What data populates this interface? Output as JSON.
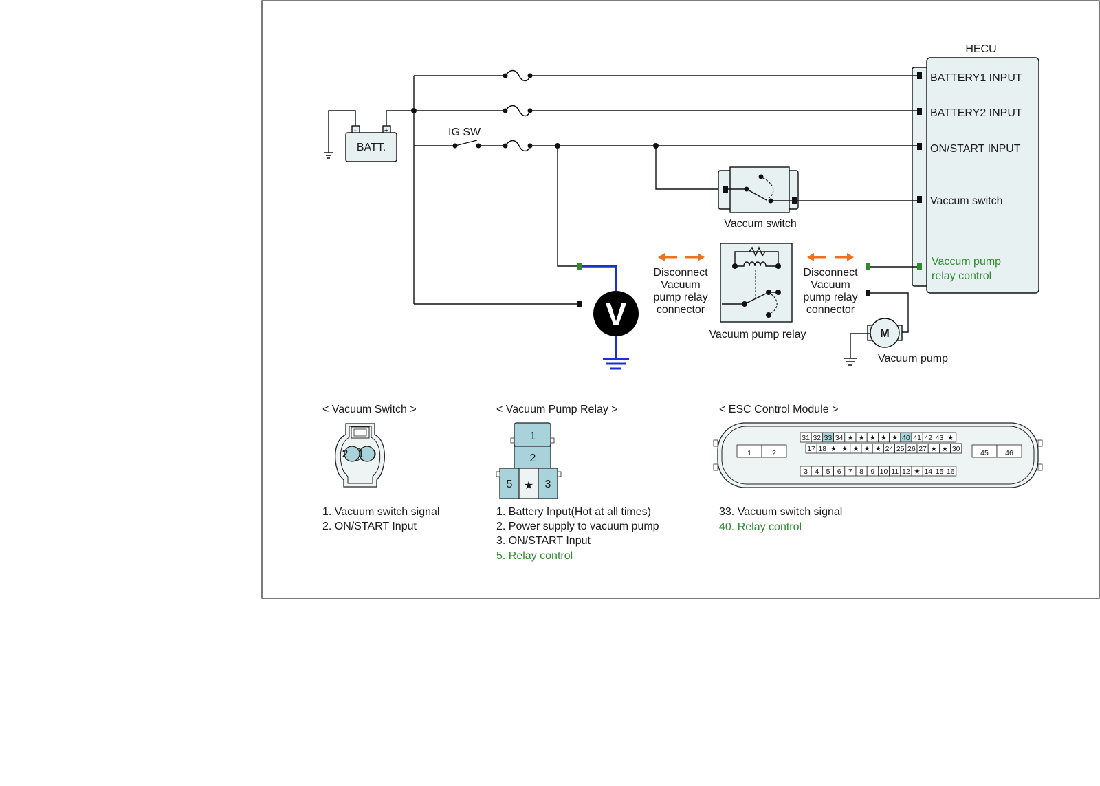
{
  "diagram": {
    "hecu": {
      "title": "HECU",
      "pins": [
        "BATTERY1 INPUT",
        "BATTERY2 INPUT",
        "ON/START INPUT",
        "Vaccum switch"
      ],
      "relay_pin_line1": "Vaccum pump",
      "relay_pin_line2": "relay control"
    },
    "battery": {
      "label": "BATT.",
      "neg": "-",
      "pos": "+"
    },
    "ig_switch": "IG SW",
    "voltmeter": "V",
    "vacuum_switch_label": "Vaccum switch",
    "vacuum_pump_relay_label": "Vacuum pump relay",
    "vacuum_pump": {
      "label": "Vacuum pump",
      "motor": "M"
    },
    "disconnect_left": [
      "Disconnect",
      "Vacuum",
      "pump relay",
      "connector"
    ],
    "disconnect_right": [
      "Disconnect",
      "Vacuum",
      "pump relay",
      "connector"
    ],
    "colors": {
      "probe": "#1a2fd6",
      "arrow": "#f07020",
      "highlight": "#2e8b2e",
      "connector_fill": "#a9d3db"
    }
  },
  "connectors": {
    "vacuum_switch": {
      "title": "< Vacuum Switch >",
      "pins": [
        "2",
        "1"
      ],
      "legend": [
        "1. Vacuum switch signal",
        "2. ON/START Input"
      ]
    },
    "vacuum_pump_relay": {
      "title": "< Vacuum Pump Relay >",
      "pins": [
        "1",
        "2",
        "5",
        "★",
        "3"
      ],
      "legend": [
        "1. Battery Input(Hot at all times)",
        "2. Power supply to vacuum pump",
        "3. ON/START Input"
      ],
      "legend_highlight": "5. Relay control"
    },
    "esc_module": {
      "title": "< ESC Control Module >",
      "row1": [
        "31",
        "32",
        "33",
        "34",
        "★",
        "★",
        "★",
        "★",
        "★",
        "40",
        "41",
        "42",
        "43",
        "★"
      ],
      "row2": [
        "17",
        "18",
        "★",
        "★",
        "★",
        "★",
        "★",
        "24",
        "25",
        "26",
        "27",
        "★",
        "★",
        "30"
      ],
      "row3": [
        "3",
        "4",
        "5",
        "6",
        "7",
        "8",
        "9",
        "10",
        "11",
        "12",
        "★",
        "14",
        "15",
        "16"
      ],
      "left_pins": [
        "1",
        "2"
      ],
      "right_pins": [
        "45",
        "46"
      ],
      "legend": [
        "33. Vacuum switch signal"
      ],
      "legend_highlight": "40. Relay control"
    }
  }
}
